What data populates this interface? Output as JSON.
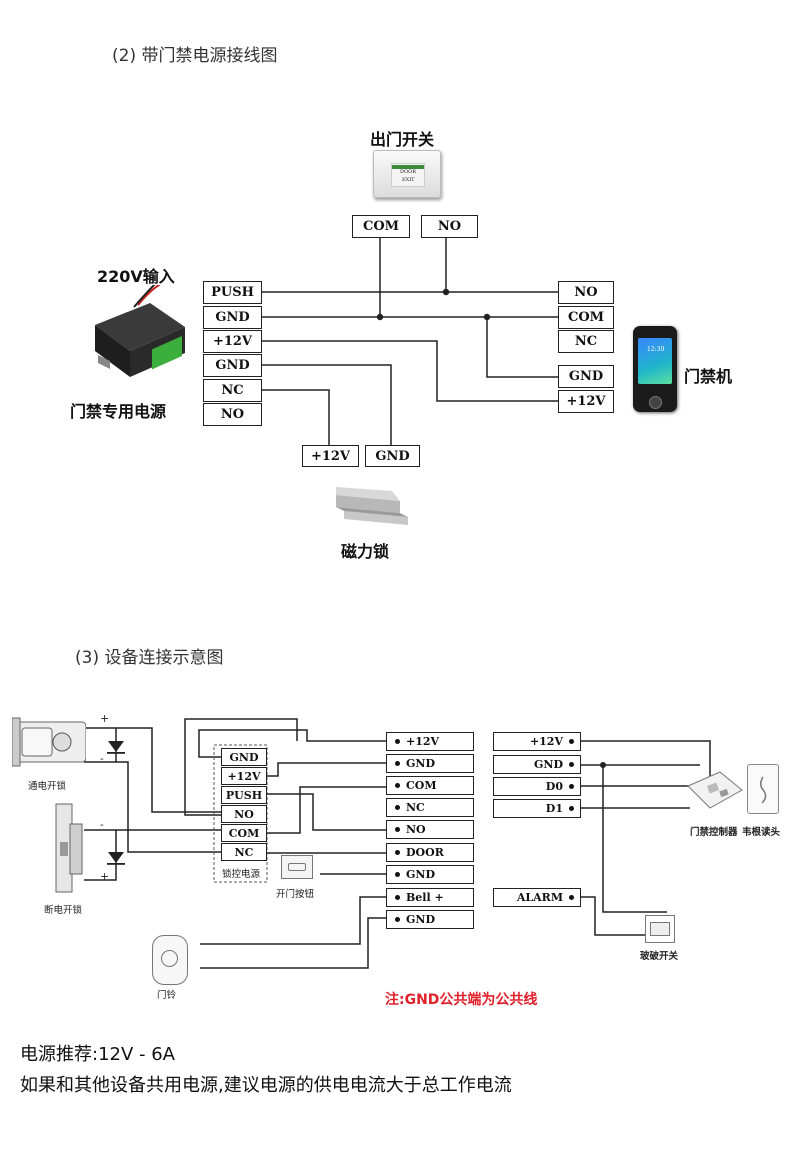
{
  "section2": {
    "title": "(2) 带门禁电源接线图",
    "exit_switch_label": "出门开关",
    "exit_switch_text": [
      "DOOR",
      "EXIT"
    ],
    "power_input_label": "220V输入",
    "power_supply_label": "门禁专用电源",
    "access_device_label": "门禁机",
    "device_screen_time": "12:30",
    "magnetic_lock_label": "磁力锁",
    "exit_terminals": [
      "COM",
      "NO"
    ],
    "psu_terminals": [
      "PUSH",
      "GND",
      "+12V",
      "GND",
      "NC",
      "NO"
    ],
    "device_terminals": [
      "NO",
      "COM",
      "NC",
      "GND",
      "+12V"
    ],
    "lock_terminals": [
      "+12V",
      "GND"
    ]
  },
  "section3": {
    "title": "(3) 设备连接示意图",
    "powered_lock_label": "通电开锁",
    "unpowered_lock_label": "断电开锁",
    "lock_power_label": "锁控电源",
    "lock_power_terminals": [
      "GND",
      "+12V",
      "PUSH",
      "NO",
      "COM",
      "NC"
    ],
    "exit_button_label": "开门按钮",
    "doorbell_label": "门铃",
    "main_terminals": [
      "+12V",
      "GND",
      "COM",
      "NC",
      "NO",
      "DOOR",
      "GND",
      "Bell +",
      "GND"
    ],
    "right_terminals": [
      "+12V",
      "GND",
      "D0",
      "D1",
      "ALARM"
    ],
    "controller_label": "门禁控制器",
    "reader_label": "韦根读头",
    "break_glass_label": "玻破开关",
    "polarity_plus": "+",
    "polarity_minus": "-",
    "note": "注:GND公共端为公共线"
  },
  "footer": {
    "line1": "电源推荐:12V - 6A",
    "line2": "如果和其他设备共用电源,建议电源的供电电流大于总工作电流"
  }
}
